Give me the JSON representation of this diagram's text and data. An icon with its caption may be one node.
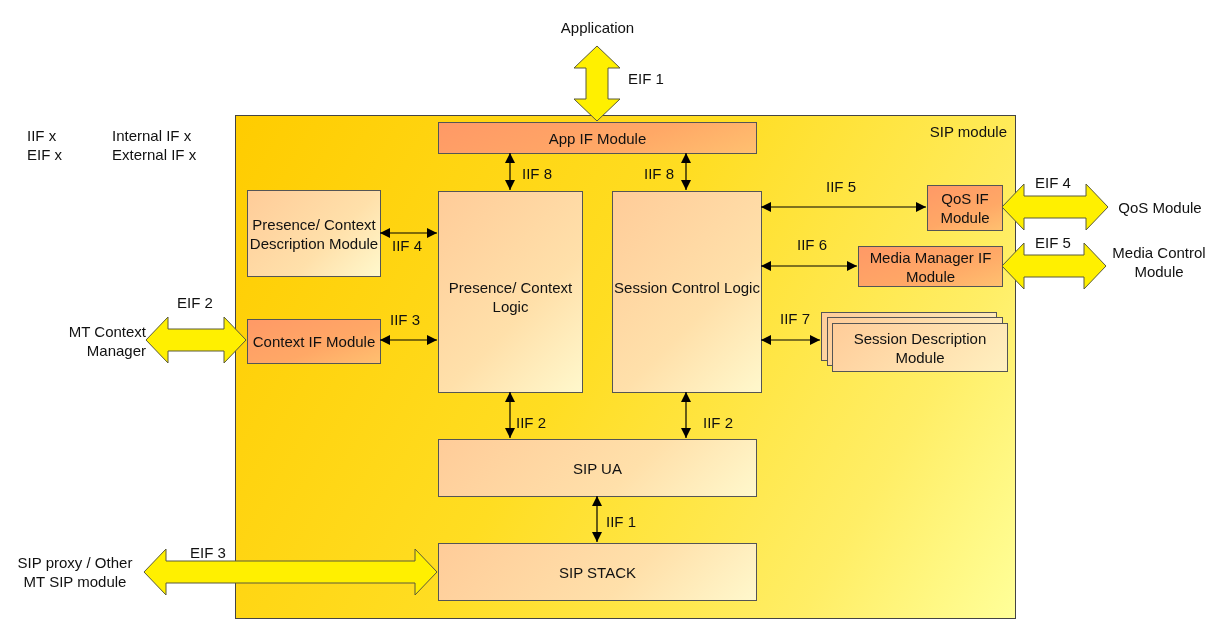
{
  "diagram": {
    "nodes": [
      {
        "text": [
          "Application"
        ]
      },
      {
        "text": [
          "SIP module"
        ]
      },
      {
        "text": [
          "App IF Module"
        ],
        "in": 1
      },
      {
        "text": [
          "Presence/ Context Description Module"
        ],
        "in": 1
      },
      {
        "text": [
          "Presence/ Context Logic"
        ],
        "in": 1
      },
      {
        "text": [
          "Session Control Logic"
        ],
        "in": 1
      },
      {
        "text": [
          "QoS IF Module"
        ],
        "in": 1
      },
      {
        "text": [
          "Media Manager IF Module"
        ],
        "in": 1
      },
      {
        "text": [
          "Context IF Module"
        ],
        "in": 1
      },
      {
        "text": [
          "Session Description Module"
        ],
        "in": 1
      },
      {
        "text": [
          "SIP UA"
        ],
        "in": 1
      },
      {
        "text": [
          "SIP STACK"
        ],
        "in": 1
      },
      {
        "text": [
          "QoS Module"
        ]
      },
      {
        "text": [
          "Media Control Module"
        ]
      },
      {
        "text": [
          "MT Context Manager"
        ]
      },
      {
        "text": [
          "SIP proxy / Other MT SIP module"
        ]
      }
    ],
    "edges": [
      {
        "from": 0,
        "to": 2,
        "arrow": "both",
        "label": "EIF 1",
        "style": "thick",
        "color": "#fff000"
      },
      {
        "from": 2,
        "to": 4,
        "arrow": "both",
        "label": "IIF 8"
      },
      {
        "from": 2,
        "to": 5,
        "arrow": "both",
        "label": "IIF 8"
      },
      {
        "from": 3,
        "to": 4,
        "arrow": "both",
        "label": "IIF 4"
      },
      {
        "from": 8,
        "to": 4,
        "arrow": "both",
        "label": "IIF 3"
      },
      {
        "from": 5,
        "to": 6,
        "arrow": "both",
        "label": "IIF 5"
      },
      {
        "from": 5,
        "to": 7,
        "arrow": "both",
        "label": "IIF 6"
      },
      {
        "from": 5,
        "to": 9,
        "arrow": "both",
        "label": "IIF 7"
      },
      {
        "from": 4,
        "to": 10,
        "arrow": "both",
        "label": "IIF 2"
      },
      {
        "from": 5,
        "to": 10,
        "arrow": "both",
        "label": "IIF 2"
      },
      {
        "from": 10,
        "to": 11,
        "arrow": "both",
        "label": "IIF 1"
      },
      {
        "from": 6,
        "to": 12,
        "arrow": "both",
        "label": "EIF 4",
        "style": "thick",
        "color": "#fff000"
      },
      {
        "from": 7,
        "to": 13,
        "arrow": "both",
        "label": "EIF 5",
        "style": "thick",
        "color": "#fff000"
      },
      {
        "from": 14,
        "to": 8,
        "arrow": "both",
        "label": "EIF 2",
        "style": "thick",
        "color": "#fff000"
      },
      {
        "from": 15,
        "to": 11,
        "arrow": "both",
        "label": "EIF 3",
        "style": "thick",
        "color": "#fff000"
      }
    ],
    "labels": [
      "IIF x",
      "Internal IF x",
      "EIF x",
      "External IF x"
    ]
  }
}
